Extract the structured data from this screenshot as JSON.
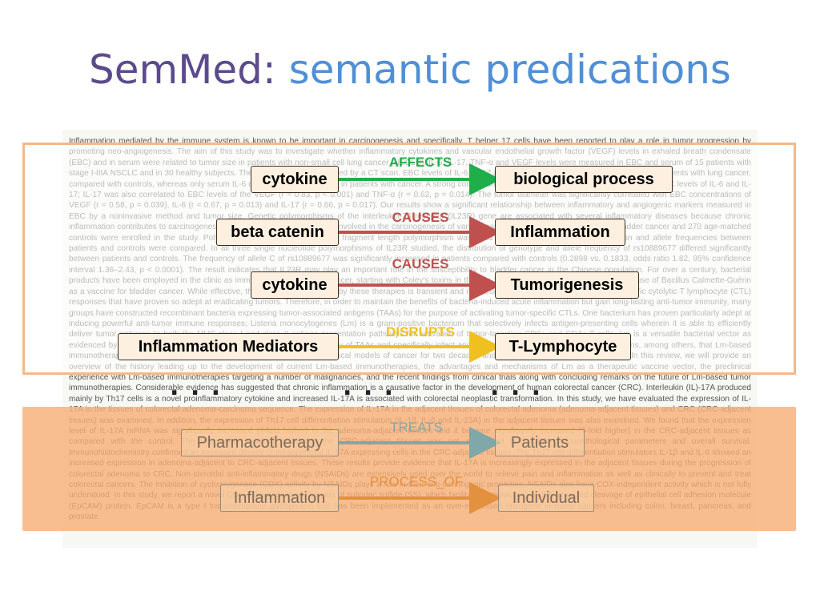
{
  "slide": {
    "title_brand": "SemMed:",
    "title_rest": "semantic predications"
  },
  "abstract": {
    "text": "Inflammation mediated by the immune system is known to be important in carcinogenesis and specifically, T helper 17 cells have been reported to play a role in tumor progression by promoting neo-angiogenesis. The aim of this study was to investigate whether inflammatory cytokines and vascular endothelial growth factor (VEGF) levels in exhaled breath condensate (EBC) and in serum were related to tumor size in patients with non-small cell lung cancer (NSCLC). IL-6, IL-17, TNF-α and VEGF levels were measured in EBC and serum of 15 patients with stage I-IIIA NSCLC and in 30 healthy subjects. The tumor size was measured by a CT scan. EBC levels of IL-6, IL-17 and VEGF were significantly higher in EBC of patients with lung cancer, compared with controls, whereas only serum IL-6 concentration was higher in patients with cancer. A strong correlation (r = 0.78, p = 0.001) was observed between EBC levels of IL-6 and IL-17; IL-17 was also correlated to EBC levels of the VEGF (r = 0.83, p < 0.001) and TNF-α (r = 0.62, p = 0.014). The tumor diameter was significantly correlated with EBC concentrations of VEGF (r = 0.58, p = 0.039), IL-6 (r = 0.67, p = 0.013) and IL-17 (r = 0.66, p = 0.017). Our results show a significant relationship between inflammatory and angiogenic markers measured in EBC by a noninvasive method and tumor size. Genetic polymorphisms of the interleukin-23 receptor (IL23R) gene are associated with several inflammatory diseases because chronic inflammation contributes to carcinogenesis; IL23R is known to be critically involved in the carcinogenesis of various cancers. A total of 250 patients with bladder cancer and 270 age-matched controls were enrolled in the study. Polymerase chain reaction-restriction fragment length polymorphism was used for genotyping. Genotype distribution and allele frequencies between patients and controls were compared. In all three single nucleotide polymorphisms of IL23R studied, the distribution of genotype and allele frequency of rs10889677 differed significantly between patients and controls. The frequency of allele C of rs10889677 was significantly increased in patients compared with controls (0.2898 vs. 0.1833, odds ratio 1.82, 95% confidence interval 1.36–2.43, p < 0.0001). The result indicates that IL23R may play an important role in the susceptibility to bladder cancer in the Chinese population. For over a century, bacterial products have been employed in the clinic as immunotherapies to treat cancer, starting with Coley's toxins in the late 19th century and leading to the current use of Bacillus Calmette-Guérin as a vaccine for bladder cancer. While effective, the inflammation induced by these therapies is transient and not designed to induce long-lasting tumor-specific cytolytic T lymphocyte (CTL) responses that have proven so adept at eradicating tumors. Therefore, in order to maintain the benefits of bacteria-induced acute inflammation but gain long-lasting anti-tumor immunity, many groups have constructed recombinant bacteria expressing tumor-associated antigens (TAAs) for the purpose of activating tumor-specific CTLs. One bacterium has proven particularly adept at inducing powerful anti-tumor immune responses; Listeria monocytogenes (Lm) is a gram-positive bacterium that selectively infects antigen-presenting cells wherein it is able to efficiently deliver tumor antigens to both the MHC class I and class II antigen presentation pathways for activation of tumor-targeting CD8+ and CD4+ T cells. Lm is a versatile bacterial vector as evidenced by its ability to induce therapeutic immunity against a wide array of TAAs and specifically infect and kill tumor cells directly. It is for these reasons, among others, that Lm-based immunotherapies have delivered impressive therapeutic efficacy in preclinical models of cancer for two decades and are now showing promise clinically. In this review, we will provide an overview of the history leading up to the development of current Lm-based immunotherapies, the advantages and mechanisms of Lm as a therapeutic vaccine vector, the preclinical experience with Lm-based immunotherapies targeting a number of malignancies, and the recent findings from clinical trials along with concluding remarks on the future of Lm-based tumor immunotherapies. Considerable evidence has suggested that chronic inflammation is a causative factor in the development of human colorectal cancer (CRC). Interleukin (IL)-17A produced mainly by Th17 cells is a novel proinflammatory cytokine and increased IL-17A is associated with colorectal neoplastic transformation. In this study, we have evaluated the expression of IL-17A in the tissues of colorectal adenoma-carcinoma sequence. The expression of IL-17A in the adjacent tissues of colorectal adenoma (adenoma-adjacent tissues) and CRC (CRC-adjacent tissues) was examined. In addition, the expression of Th17 cell differentiation stimulators (IL-1β, IL-6 and IL-23A) in the adjacent tissues was also examined. We found that the expression level of IL-17A mRNA was significantly increased (4-fold higher) in the adenoma-adjacent tissues and it became significantly increased (9-fold higher) in the CRC-adjacent tissues as compared with the control. The expression level of IL-17A in the CRC-adjacent tissues was not associated with CRC clinicopathological parameters and overall survival. Immunohistochemistry confirmed an increased density of intraepithelial IL-17A expressing cells in the CRC-adjacent tissues. The Th17 cell differentiation stimulators IL-1β and IL-6 showed an increased expression in adenoma-adjacent to CRC-adjacent tissues. These results provide evidence that IL-17A is increasingly expressed in the adjacent tissues during the progression of colorectal adenoma to CRC. Non-steroidal anti-inflammatory drugs (NSAIDs) are extensively used over the world to relieve pain and inflammation as well as clinically to prevent and treat colorectal cancers. The inhibition of cyclooxygenase (COX) activity by NSAIDs plays a role in their anti-tumorigenic properties; NSAIDs also have COX-independent activity which is not fully understood. In this study, we report a novel COX-independent mechanism of sulindac sulfide (SS), which facilitates a previously uncharacterized cleavage of epithelial cell adhesion molecule (EpCAM) protein. EpCAM is a type I transmembrane glycoprotein that has been implemented as an over-expressed oncogene in many cancers including colon, breast, pancreas, and prostate."
  },
  "predications": [
    {
      "subject": "cytokine",
      "predicate": "AFFECTS",
      "object": "biological process",
      "color": "#1fae4a"
    },
    {
      "subject": "beta catenin",
      "predicate": "CAUSES",
      "object": "Inflammation",
      "color": "#c0504d"
    },
    {
      "subject": "cytokine",
      "predicate": "CAUSES",
      "object": "Tumorigenesis",
      "color": "#c0504d"
    },
    {
      "subject": "Inflammation Mediators",
      "predicate": "DISRUPTS",
      "object": "T-Lymphocyte",
      "color": "#f0c020"
    }
  ],
  "faded_predications": [
    {
      "subject": "Pharmacotherapy",
      "predicate": "TREATS",
      "object": "Patients",
      "color": "#7fa8a8"
    },
    {
      "subject": "Inflammation",
      "predicate": "PROCESS_OF",
      "object": "Individual",
      "color": "#e3913f"
    }
  ],
  "ellipsis": ". . ."
}
